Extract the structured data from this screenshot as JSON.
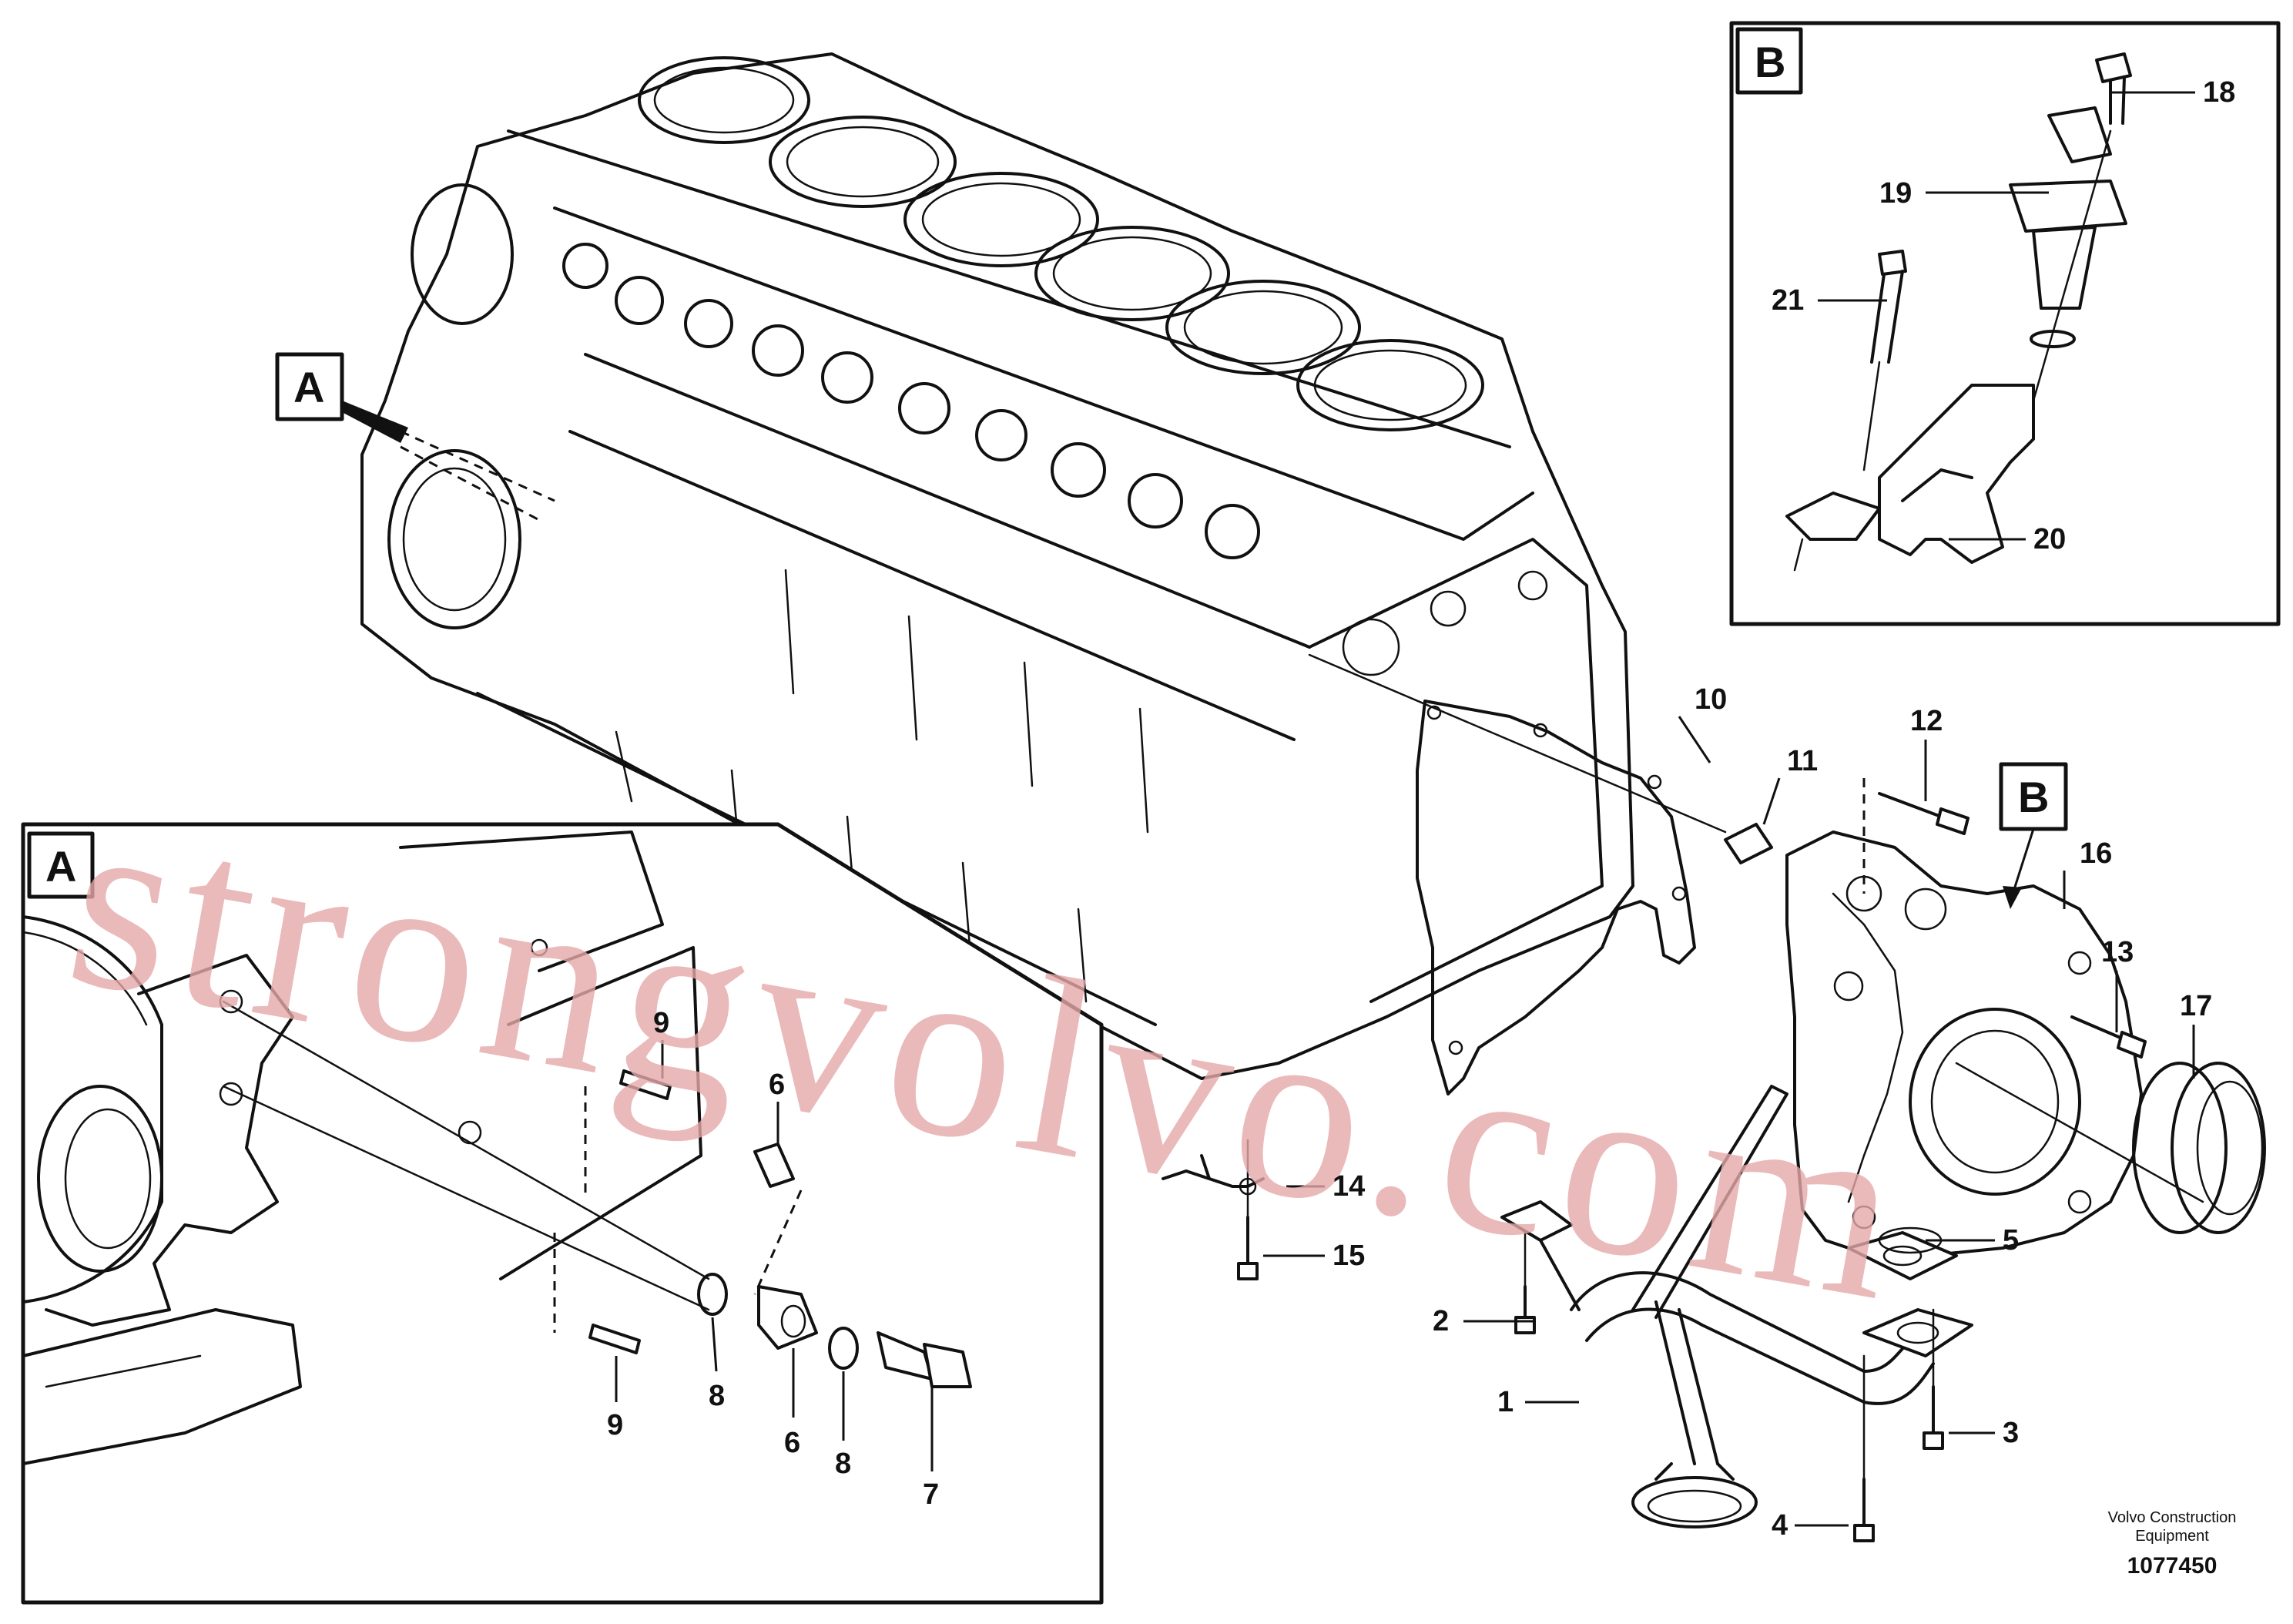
{
  "watermark": "strongvolvo.com",
  "credit": {
    "line1": "Volvo Construction",
    "line2": "Equipment",
    "code": "1077450"
  },
  "views": [
    {
      "id": "A",
      "label": "A"
    },
    {
      "id": "B",
      "label": "B"
    }
  ],
  "callouts": [
    {
      "id": "1",
      "label": "1"
    },
    {
      "id": "2",
      "label": "2"
    },
    {
      "id": "3",
      "label": "3"
    },
    {
      "id": "4",
      "label": "4"
    },
    {
      "id": "5",
      "label": "5"
    },
    {
      "id": "6a",
      "label": "6"
    },
    {
      "id": "6b",
      "label": "6"
    },
    {
      "id": "7",
      "label": "7"
    },
    {
      "id": "8a",
      "label": "8"
    },
    {
      "id": "8b",
      "label": "8"
    },
    {
      "id": "9a",
      "label": "9"
    },
    {
      "id": "9b",
      "label": "9"
    },
    {
      "id": "10",
      "label": "10"
    },
    {
      "id": "11",
      "label": "11"
    },
    {
      "id": "12",
      "label": "12"
    },
    {
      "id": "13",
      "label": "13"
    },
    {
      "id": "14",
      "label": "14"
    },
    {
      "id": "15",
      "label": "15"
    },
    {
      "id": "16",
      "label": "16"
    },
    {
      "id": "17",
      "label": "17"
    },
    {
      "id": "18",
      "label": "18"
    },
    {
      "id": "19",
      "label": "19"
    },
    {
      "id": "20",
      "label": "20"
    },
    {
      "id": "21",
      "label": "21"
    }
  ]
}
